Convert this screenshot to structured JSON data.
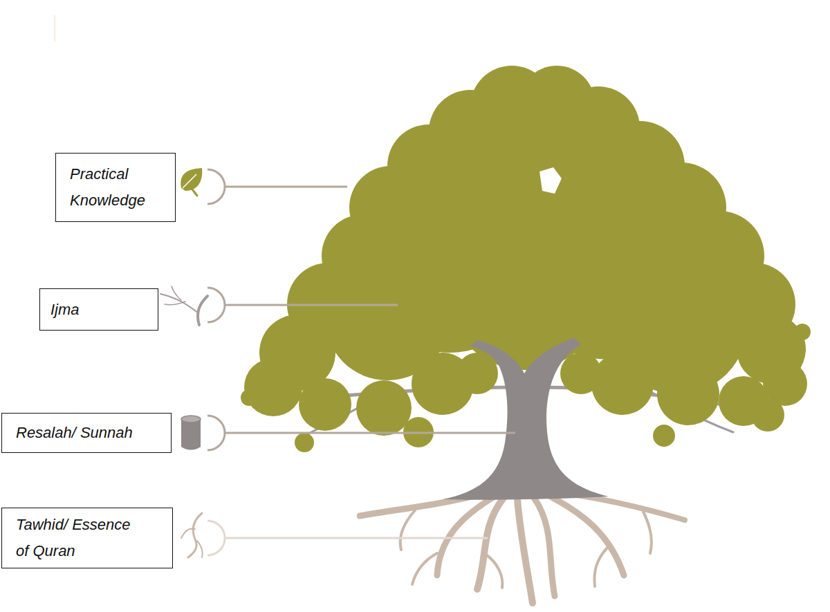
{
  "diagram": {
    "nodes": [
      {
        "text": [
          "Practical Knowledge"
        ]
      },
      {
        "text": [
          "Ijma"
        ]
      },
      {
        "text": [
          "Resalah/ Sunnah"
        ]
      },
      {
        "text": [
          "Tawhid/ Essence of Quran"
        ]
      }
    ]
  }
}
